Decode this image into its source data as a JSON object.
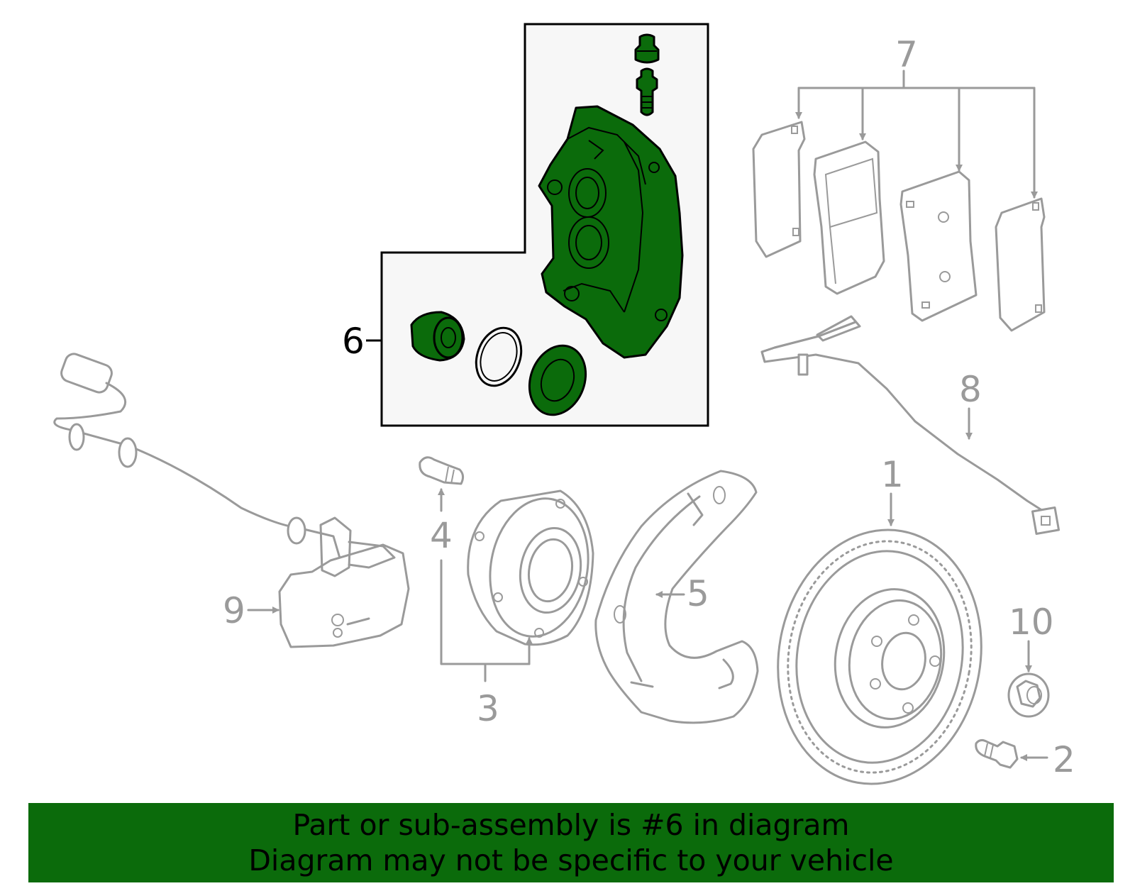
{
  "callouts": {
    "c1": "1",
    "c2": "2",
    "c3": "3",
    "c4": "4",
    "c5": "5",
    "c6": "6",
    "c7": "7",
    "c8": "8",
    "c9": "9",
    "c10": "10"
  },
  "highlight_color": "#0b6b0b",
  "banner": {
    "line1": "Part or sub-assembly is #6 in diagram",
    "line2": "Diagram may not be specific to your vehicle"
  }
}
